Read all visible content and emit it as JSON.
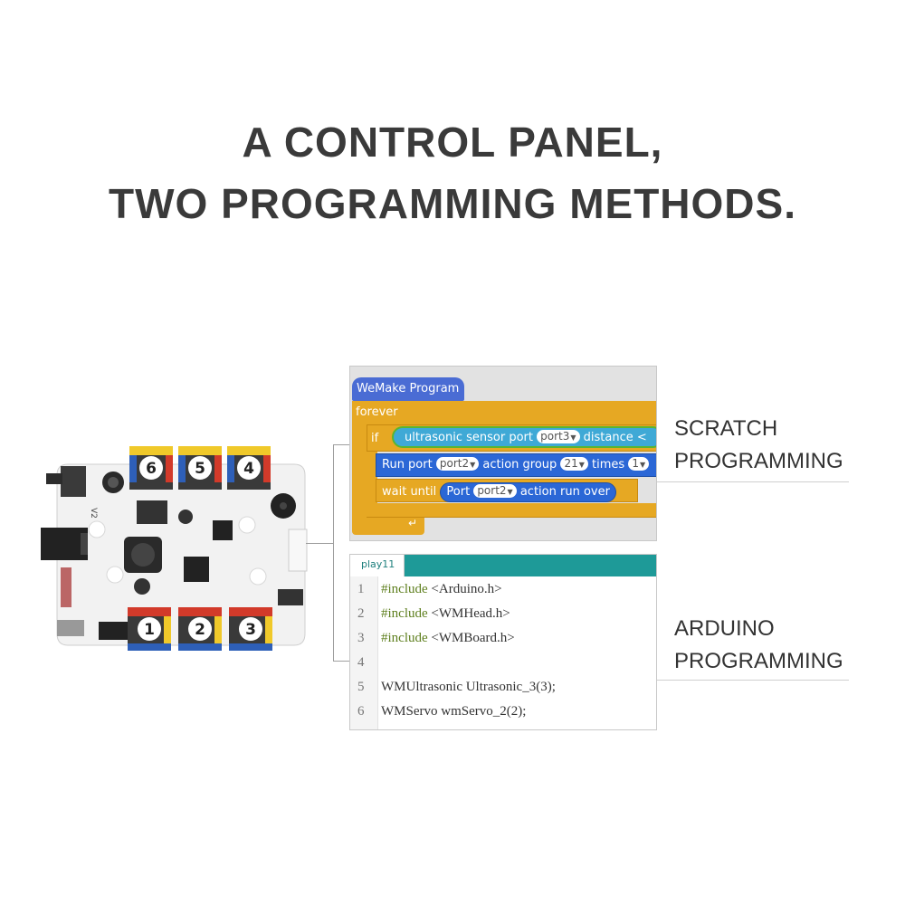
{
  "headline": {
    "line1": "A CONTROL PANEL,",
    "line2": "TWO PROGRAMMING METHODS."
  },
  "board": {
    "port_labels": [
      "6",
      "5",
      "4",
      "1",
      "2",
      "3"
    ],
    "version_mark": "V2"
  },
  "scratch_panel": {
    "hat_label": "WeMake Program",
    "forever_label": "forever",
    "if_label": "if",
    "condition": {
      "prefix": "ultrasonic sensor port",
      "port_value": "port3",
      "suffix": "distance",
      "trail": "<"
    },
    "run_block": {
      "prefix": "Run port",
      "port_value": "port2",
      "middle": "action group",
      "group_value": "21",
      "times_label": "times",
      "times_value": "1"
    },
    "wait_block": {
      "prefix": "wait until",
      "inner_prefix": "Port",
      "port_value": "port2",
      "suffix": "action run over"
    },
    "loop_arrow": "↵"
  },
  "arduino_panel": {
    "tab_label": "play11",
    "lines": [
      {
        "num": "1",
        "kw": "#include",
        "rest": " <Arduino.h>"
      },
      {
        "num": "2",
        "kw": "#include",
        "rest": " <WMHead.h>"
      },
      {
        "num": "3",
        "kw": "#include",
        "rest": " <WMBoard.h>"
      },
      {
        "num": "4",
        "kw": "",
        "rest": ""
      },
      {
        "num": "5",
        "kw": "",
        "rest": "WMUltrasonic Ultrasonic_3(3);"
      },
      {
        "num": "6",
        "kw": "",
        "rest": "WMServo wmServo_2(2);"
      }
    ]
  },
  "labels": {
    "scratch_line1": "SCRATCH",
    "scratch_line2": "PROGRAMMING",
    "arduino_line1": "ARDUINO",
    "arduino_line2": "PROGRAMMING"
  },
  "colors": {
    "scratch_event": "#4a6cd4",
    "scratch_control": "#e6a823",
    "scratch_sensor": "#3fa9d6",
    "scratch_action": "#2b67d6",
    "arduino_tabbar": "#1e9a98"
  }
}
